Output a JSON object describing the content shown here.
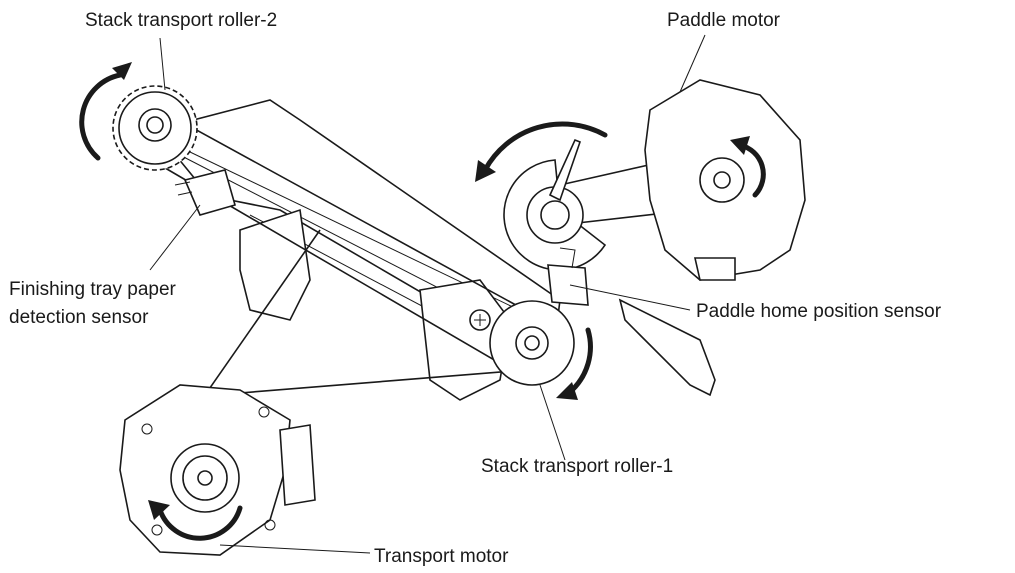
{
  "labels": {
    "stack_roller_2": "Stack transport roller-2",
    "paddle_motor": "Paddle motor",
    "finishing_sensor_line1": "Finishing tray paper",
    "finishing_sensor_line2": "detection sensor",
    "paddle_home_sensor": "Paddle home position sensor",
    "stack_roller_1": "Stack transport roller-1",
    "transport_motor": "Transport motor"
  },
  "colors": {
    "ink": "#1a1a1a",
    "background": "#ffffff"
  }
}
